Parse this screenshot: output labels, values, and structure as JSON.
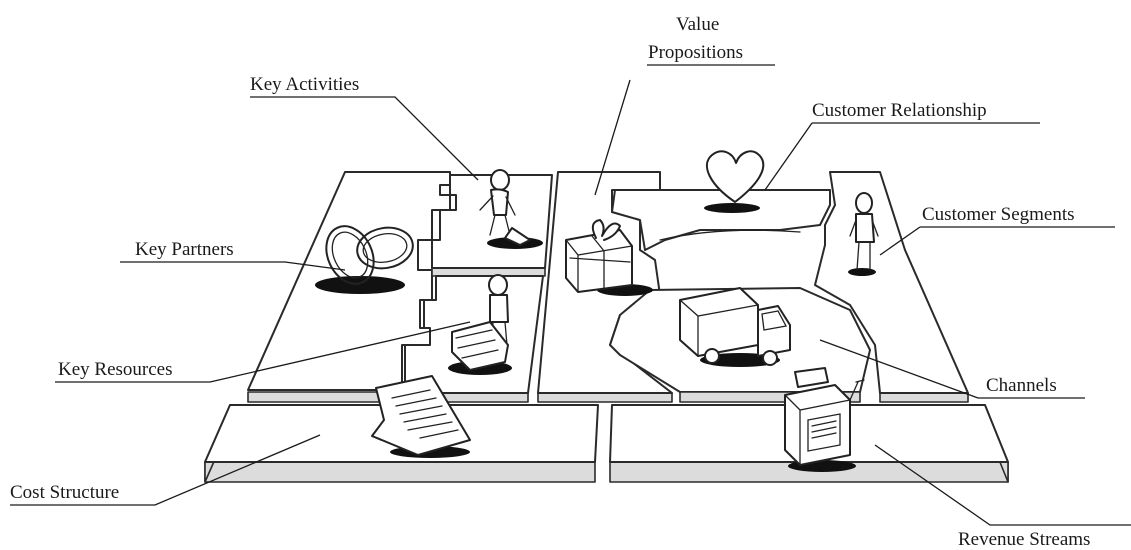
{
  "labels": {
    "key_activities": "Key Activities",
    "value_propositions_1": "Value",
    "value_propositions_2": "Propositions",
    "customer_relationship": "Customer Relationship",
    "customer_segments": "Customer Segments",
    "key_partners": "Key Partners",
    "key_resources": "Key Resources",
    "channels": "Channels",
    "cost_structure": "Cost Structure",
    "revenue_streams": "Revenue Streams"
  },
  "icons": {
    "key_partners": "interlocked-rings-icon",
    "key_activities": "person-working-icon",
    "key_resources": "person-with-machine-icon",
    "value_propositions": "gift-box-icon",
    "customer_relationship": "heart-icon",
    "customer_segments": "person-standing-icon",
    "channels": "delivery-truck-icon",
    "cost_structure": "invoice-document-icon",
    "revenue_streams": "cash-register-icon"
  },
  "colors": {
    "line": "#1a1a1a",
    "block_side": "#dcdcdc",
    "block_top": "#ffffff"
  }
}
